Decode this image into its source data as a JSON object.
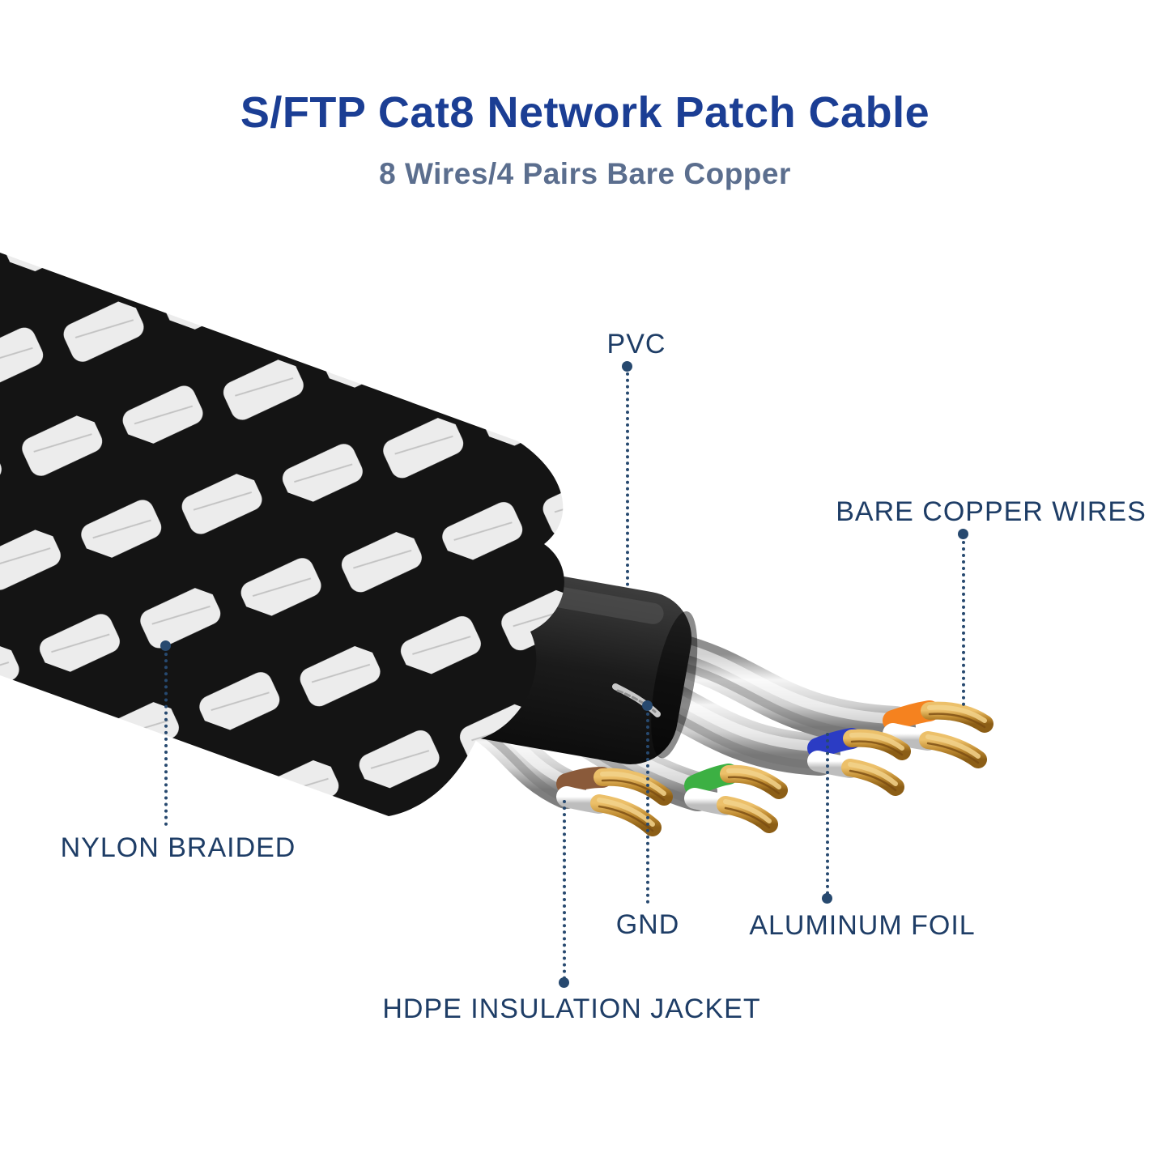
{
  "header": {
    "title": "S/FTP Cat8 Network Patch Cable",
    "subtitle": "8 Wires/4 Pairs Bare Copper"
  },
  "labels": {
    "pvc": "PVC",
    "bare_copper": "BARE COPPER WIRES",
    "nylon_braided": "NYLON BRAIDED",
    "gnd": "GND",
    "aluminum_foil": "ALUMINUM FOIL",
    "hdpe": "HDPE INSULATION JACKET"
  },
  "colors": {
    "title_blue": "#1b3e94",
    "subtitle_slate": "#5b6e8e",
    "label_navy": "#1e3d66",
    "leader_navy": "#27496f",
    "braid_black": "#141414",
    "braid_white": "#ececec",
    "jacket_black": "#1b1b1b",
    "foil_silver": "#d9d9d9",
    "wire_brown": "#8a5a3a",
    "wire_green": "#3cb043",
    "wire_blue": "#2b3cc4",
    "wire_orange": "#f5821f",
    "copper": "#c08c32"
  }
}
